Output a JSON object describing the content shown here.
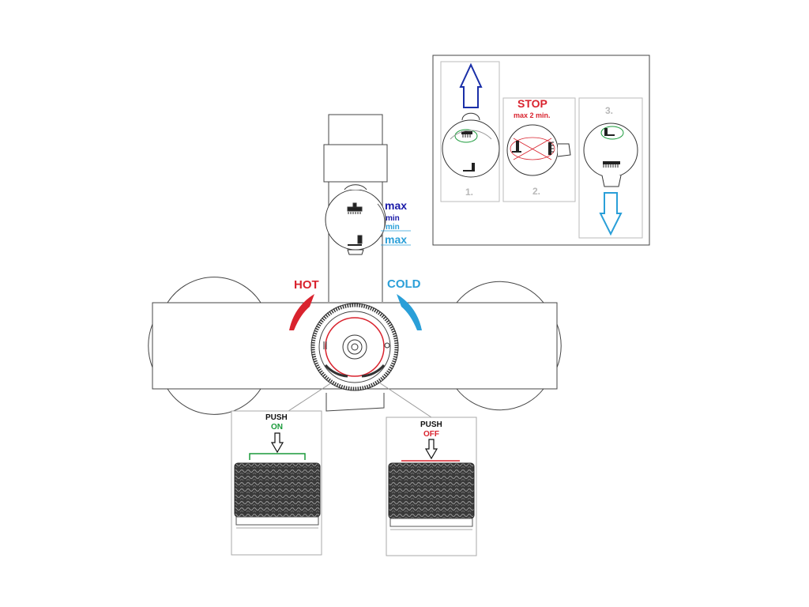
{
  "colors": {
    "hot": "#d9232e",
    "cold": "#2a9fd8",
    "max_high": "#1a1aa8",
    "max_low": "#2a9fd8",
    "on": "#1a9a3a",
    "off": "#d9232e",
    "stop": "#d9232e",
    "step_number": "#b8b8b8",
    "arrow_up": "#1a2fa8",
    "arrow_down": "#2a9fd8"
  },
  "diagram": {
    "hot_label": "HOT",
    "cold_label": "COLD",
    "shower_dial": {
      "max_top": "max",
      "min_top": "min",
      "min_bottom": "min",
      "max_bottom": "max"
    },
    "push_on": {
      "line1": "PUSH",
      "line2": "ON"
    },
    "push_off": {
      "line1": "PUSH",
      "line2": "OFF"
    }
  },
  "inset": {
    "step1": {
      "number": "1."
    },
    "step2": {
      "stop": "STOP",
      "note": "max 2 min.",
      "number": "2."
    },
    "step3": {
      "number": "3."
    }
  },
  "icons": [
    "arrow-up-icon",
    "arrow-down-icon",
    "push-arrow-icon",
    "shower-head-icon",
    "handheld-shower-icon",
    "cross-icon"
  ]
}
